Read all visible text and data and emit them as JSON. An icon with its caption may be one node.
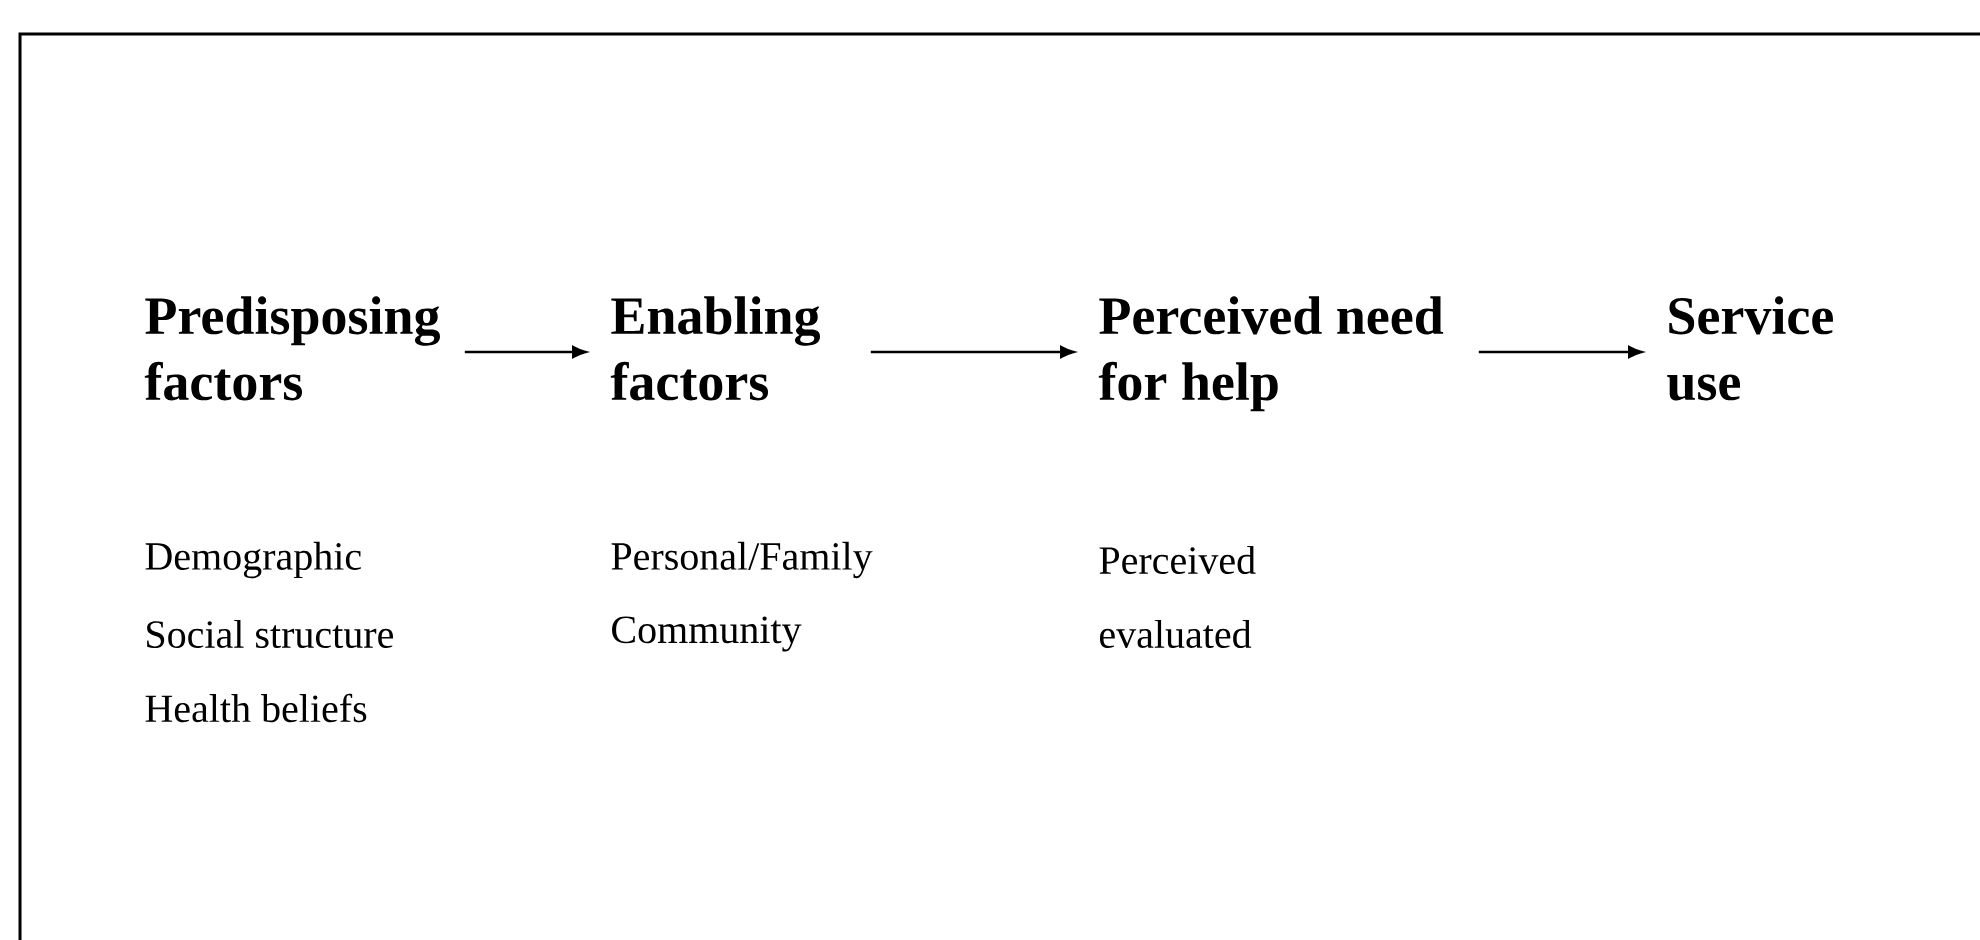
{
  "diagram": {
    "nodes": [
      {
        "text": [
          "Predisposing factors"
        ],
        "beside": [
          "Demographic",
          "Social structure",
          "Health beliefs"
        ]
      },
      {
        "text": [
          "Enabling factors"
        ],
        "beside": [
          "Personal/Family",
          "Community"
        ]
      },
      {
        "text": [
          "Perceived need for help"
        ],
        "beside": [
          "Perceived",
          "evaluated"
        ]
      },
      {
        "text": [
          "Service use"
        ]
      }
    ],
    "edges": [
      {
        "from": 0,
        "to": 1,
        "arrow": "to"
      },
      {
        "from": 1,
        "to": 2,
        "arrow": "to"
      },
      {
        "from": 2,
        "to": 3,
        "arrow": "to"
      }
    ]
  }
}
